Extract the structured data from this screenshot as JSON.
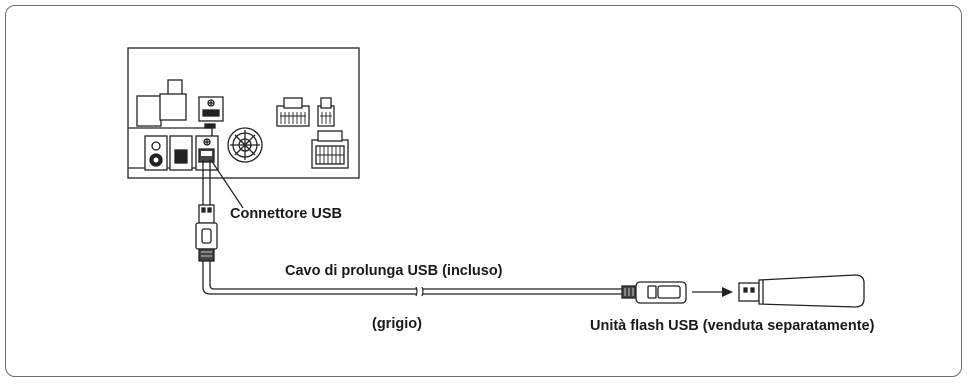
{
  "labels": {
    "usb_connector": "Connettore USB",
    "extension_cable": "Cavo di prolunga USB (incluso)",
    "cable_color": "(grigio)",
    "flash_drive": "Unità flash USB (venduta separatamente)"
  }
}
